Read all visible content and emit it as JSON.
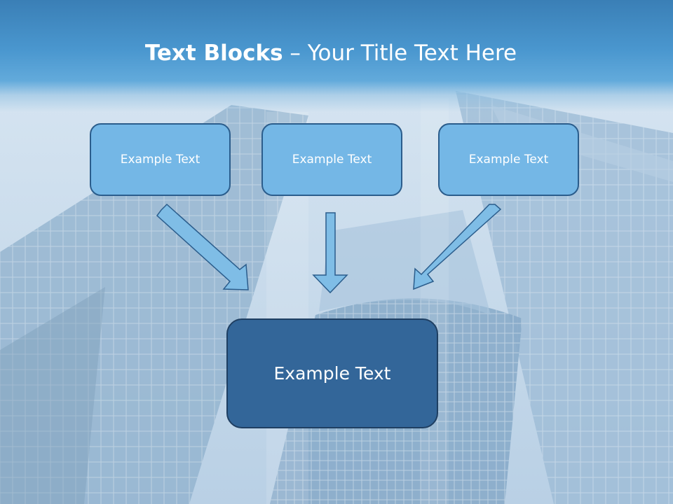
{
  "slide": {
    "title_bold": "Text Blocks",
    "title_rest": " – Your Title Text Here"
  },
  "blocks": {
    "top_left": "Example Text",
    "top_center": "Example Text",
    "top_right": "Example Text",
    "bottom": "Example Text"
  },
  "background": "skyscrapers-photo",
  "colors": {
    "title_band": "#4a97cf",
    "small_block_fill": "#74b7e6",
    "block_border": "#2b5d8c",
    "big_block_fill": "#336699",
    "arrow_fill": "#7fbde6"
  }
}
